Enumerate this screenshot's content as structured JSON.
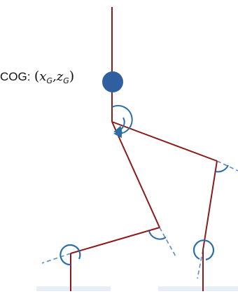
{
  "cog": {
    "prefix": "COG:",
    "open_paren": "(",
    "x_var": "x",
    "x_sub": "G",
    "comma": ",",
    "z_var": "z",
    "z_sub": "G",
    "close_paren": ")"
  },
  "colors": {
    "link": "#8B1A1A",
    "joint_arc": "#2E6DA4",
    "axis_dash": "#5B8FC7",
    "cog_dot": "#2F5F9E",
    "ground": "#E8EEF5"
  }
}
